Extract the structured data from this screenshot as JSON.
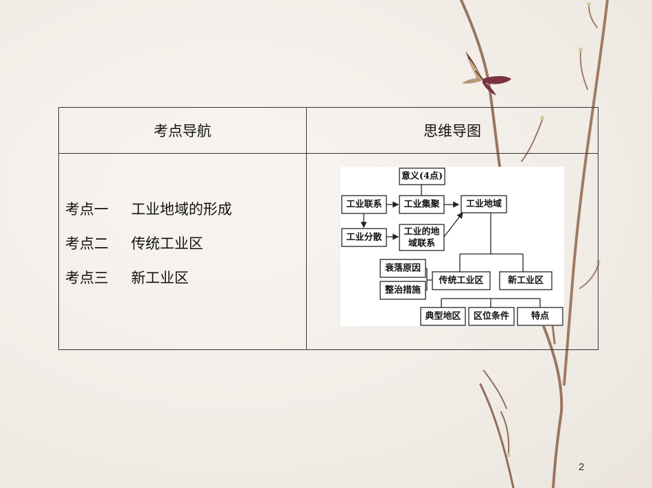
{
  "table": {
    "headers": [
      "考点导航",
      "思维导图"
    ],
    "topics": [
      {
        "num": "考点一",
        "name": "工业地域的形成"
      },
      {
        "num": "考点二",
        "name": "传统工业区"
      },
      {
        "num": "考点三",
        "name": "新工业区"
      }
    ]
  },
  "mindmap": {
    "nodes": {
      "yiyi": "意义(4点)",
      "lianxi": "工业联系",
      "jiju": "工业集聚",
      "diyu": "工业地域",
      "fensan": "工业分散",
      "diyu_lianxi_1": "工业的地",
      "diyu_lianxi_2": "域联系",
      "shuailuo": "衰落原因",
      "zhengzhi": "整治措施",
      "chuantong": "传统工业区",
      "xin": "新工业区",
      "dianxing": "典型地区",
      "quwei": "区位条件",
      "tedian": "特点"
    }
  },
  "page_number": "2",
  "decor": {
    "icons": [
      "branch-icon",
      "butterfly-icon"
    ]
  }
}
